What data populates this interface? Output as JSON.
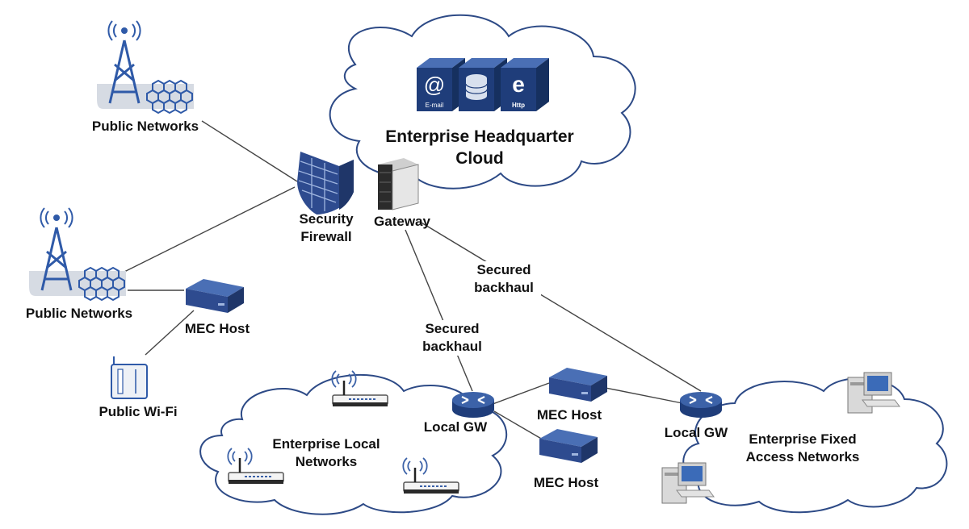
{
  "title": "Enterprise Headquarter\nCloud",
  "hq_services": [
    "E-mail",
    "",
    "Http"
  ],
  "nodes": {
    "public_networks_top": "Public Networks",
    "public_networks_mid": "Public Networks",
    "security_firewall": "Security\nFirewall",
    "gateway": "Gateway",
    "mec_host_left": "MEC Host",
    "public_wifi": "Public Wi-Fi",
    "local_gw_left": "Local GW",
    "local_gw_right": "Local GW",
    "mec_host_top": "MEC Host",
    "mec_host_bottom": "MEC Host"
  },
  "links": {
    "secured_backhaul_upper": "Secured\nbackhaul",
    "secured_backhaul_lower": "Secured\nbackhaul"
  },
  "clouds": {
    "enterprise_local": "Enterprise Local\nNetworks",
    "enterprise_fixed": "Enterprise Fixed\nAccess Networks"
  },
  "colors": {
    "device_blue": "#2e4b8f",
    "device_blue_light": "#4a6fb5",
    "tower_blue": "#2f5aa8",
    "panel_gray": "#d6dbe3",
    "line": "#444444",
    "cloud_stroke": "#2d4a86"
  }
}
